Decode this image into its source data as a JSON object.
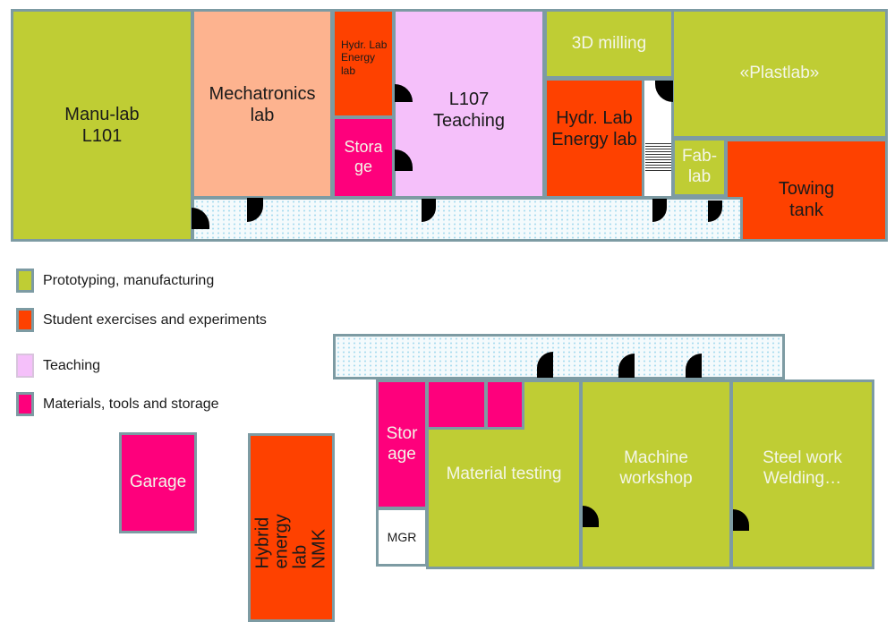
{
  "colors": {
    "prototyping": "#bfcd34",
    "student": "#fe4100",
    "teaching": "#f5c0fa",
    "materials": "#fe007c",
    "mechatronics": "#fdb38f",
    "wall": "#7d9ba3"
  },
  "building_top": {
    "rooms": {
      "manu_lab": "Manu-lab\nL101",
      "mechatronics": "Mechatronics\nlab",
      "hydr_small": "Hydr. Lab\nEnergy\nlab",
      "storage_top": "Stora\nge",
      "l107": "L107\nTeaching",
      "milling": "3D milling",
      "hydr_big": "Hydr. Lab\nEnergy lab",
      "plastlab": "«Plastlab»",
      "fablab": "Fab-\nlab",
      "towing": "Towing\ntank"
    }
  },
  "legend": [
    {
      "label": "Prototyping, manufacturing",
      "color": "#bfcd34"
    },
    {
      "label": "Student exercises and experiments",
      "color": "#fe4100"
    },
    {
      "label": "Teaching",
      "color": "#f5c0fa"
    },
    {
      "label": "Materials, tools and storage",
      "color": "#fe007c"
    }
  ],
  "outbuildings": {
    "garage": "Garage",
    "hybrid": "Hybrid\nenergy lab\nNMK"
  },
  "building_bottom": {
    "rooms": {
      "storage": "Stor\nage",
      "mgr": "MGR",
      "material_testing": "Material testing",
      "machine_workshop": "Machine\nworkshop",
      "steel_work": "Steel work\nWelding…"
    }
  }
}
